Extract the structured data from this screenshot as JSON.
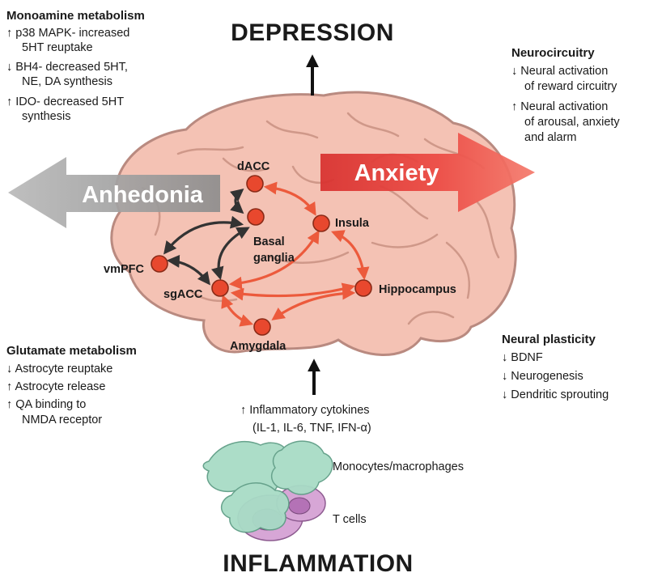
{
  "top_title": "DEPRESSION",
  "bottom_title": "INFLAMMATION",
  "anhedonia_label": "Anhedonia",
  "anxiety_label": "Anxiety",
  "monoamine": {
    "title": "Monoamine metabolism",
    "lines": [
      "↑ p38 MAPK- increased",
      "5HT reuptake",
      "↓ BH4- decreased 5HT,",
      "NE, DA synthesis",
      "↑ IDO- decreased 5HT",
      "synthesis"
    ]
  },
  "neurocircuitry": {
    "title": "Neurocircuitry",
    "lines": [
      "↓ Neural activation",
      "of reward circuitry",
      "↑ Neural activation",
      "of arousal, anxiety",
      "and alarm"
    ]
  },
  "glutamate": {
    "title": "Glutamate metabolism",
    "lines": [
      "↓ Astrocyte reuptake",
      "↑ Astrocyte release",
      "↑ QA binding to",
      "NMDA receptor"
    ]
  },
  "plasticity": {
    "title": "Neural plasticity",
    "lines": [
      "↓ BDNF",
      "↓ Neurogenesis",
      "↓ Dendritic sprouting"
    ]
  },
  "cytokines": {
    "lines": [
      "↑ Inflammatory cytokines",
      "(IL-1, IL-6, TNF, IFN-α)"
    ]
  },
  "cells": {
    "monocytes": "Monocytes/macrophages",
    "tcells": "T cells"
  },
  "regions": {
    "dacc": "dACC",
    "basal1": "Basal",
    "basal2": "ganglia",
    "vmpfc": "vmPFC",
    "sgacc": "sgACC",
    "insula": "Insula",
    "hippocampus": "Hippocampus",
    "amygdala": "Amygdala"
  },
  "colors": {
    "brain_fill": "#f4c2b4",
    "brain_outline": "#b98a80",
    "node_fill": "#e8482e",
    "node_edge": "#8a2a17",
    "red_arrow": "#ec5a3c",
    "dark_arrow": "#333333",
    "anhedonia_arrow": "#9b9b9b",
    "anxiety_arrow": "#ec4a43",
    "cell_green": "#a8dcc6",
    "cell_purple": "#d7a6d6"
  }
}
